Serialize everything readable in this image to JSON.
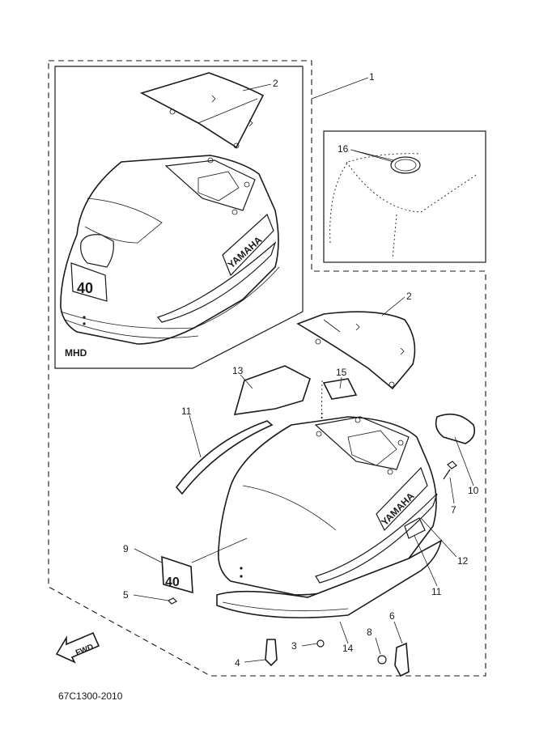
{
  "diagram": {
    "inset_label": "MHD",
    "drawing_code": "67C1300-2010",
    "fwd_label": "FWD",
    "brand_text": "YAMAHA",
    "model_badge": "40"
  },
  "callouts": [
    "1",
    "2",
    "2",
    "3",
    "4",
    "5",
    "6",
    "7",
    "8",
    "9",
    "10",
    "11",
    "11",
    "12",
    "13",
    "14",
    "15",
    "16"
  ]
}
